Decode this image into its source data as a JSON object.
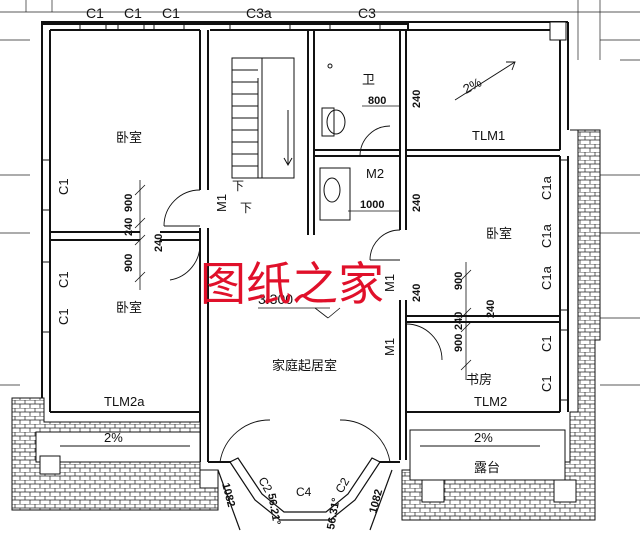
{
  "window_labels": {
    "c1_top_a": "C1",
    "c1_top_b": "C1",
    "c1_top_c": "C1",
    "c3a_top": "C3a",
    "c3_top": "C3",
    "c1_left_upper": "C1",
    "c1_left_mid": "C1",
    "c1_left_low": "C1",
    "c1a_right_1": "C1a",
    "c1a_right_2": "C1a",
    "c1a_right_3": "C1a",
    "c1_right_study_1": "C1",
    "c1_right_study_2": "C1",
    "c2_left": "C2",
    "c2_right": "C2",
    "c4_bottom": "C4"
  },
  "rooms": {
    "bedroom_top_left": "卧室",
    "bedroom_left": "卧室",
    "bedroom_right": "卧室",
    "bathroom": "卫",
    "family_room": "家庭起居室",
    "study": "书房",
    "terrace": "露台"
  },
  "doors": {
    "m1_stair": "M1",
    "m1_center": "M1",
    "m1_lower": "M1",
    "m2": "M2",
    "tlm1": "TLM1",
    "tlm2a": "TLM2a",
    "tlm2": "TLM2"
  },
  "annotations": {
    "stair_down": "下",
    "stair_down_2": "下",
    "elevation": "3.300",
    "slope_top_right": "2%",
    "slope_bottom_left": "2%",
    "slope_bottom_right": "2%"
  },
  "dimensions": {
    "d800": "800",
    "d1000": "1000",
    "d240_a": "240",
    "d240_b": "240",
    "d240_c": "240",
    "d240_d": "240",
    "d240_e": "240",
    "d240_f": "240",
    "d240_g": "240",
    "d900_a": "900",
    "d900_b": "900",
    "d900_c": "900",
    "d900_d": "900",
    "d1082_left": "1082",
    "d1082_right": "1082",
    "d5621_left": "56.21°",
    "d5631_right": "56.31°"
  },
  "watermark": "图纸之家"
}
